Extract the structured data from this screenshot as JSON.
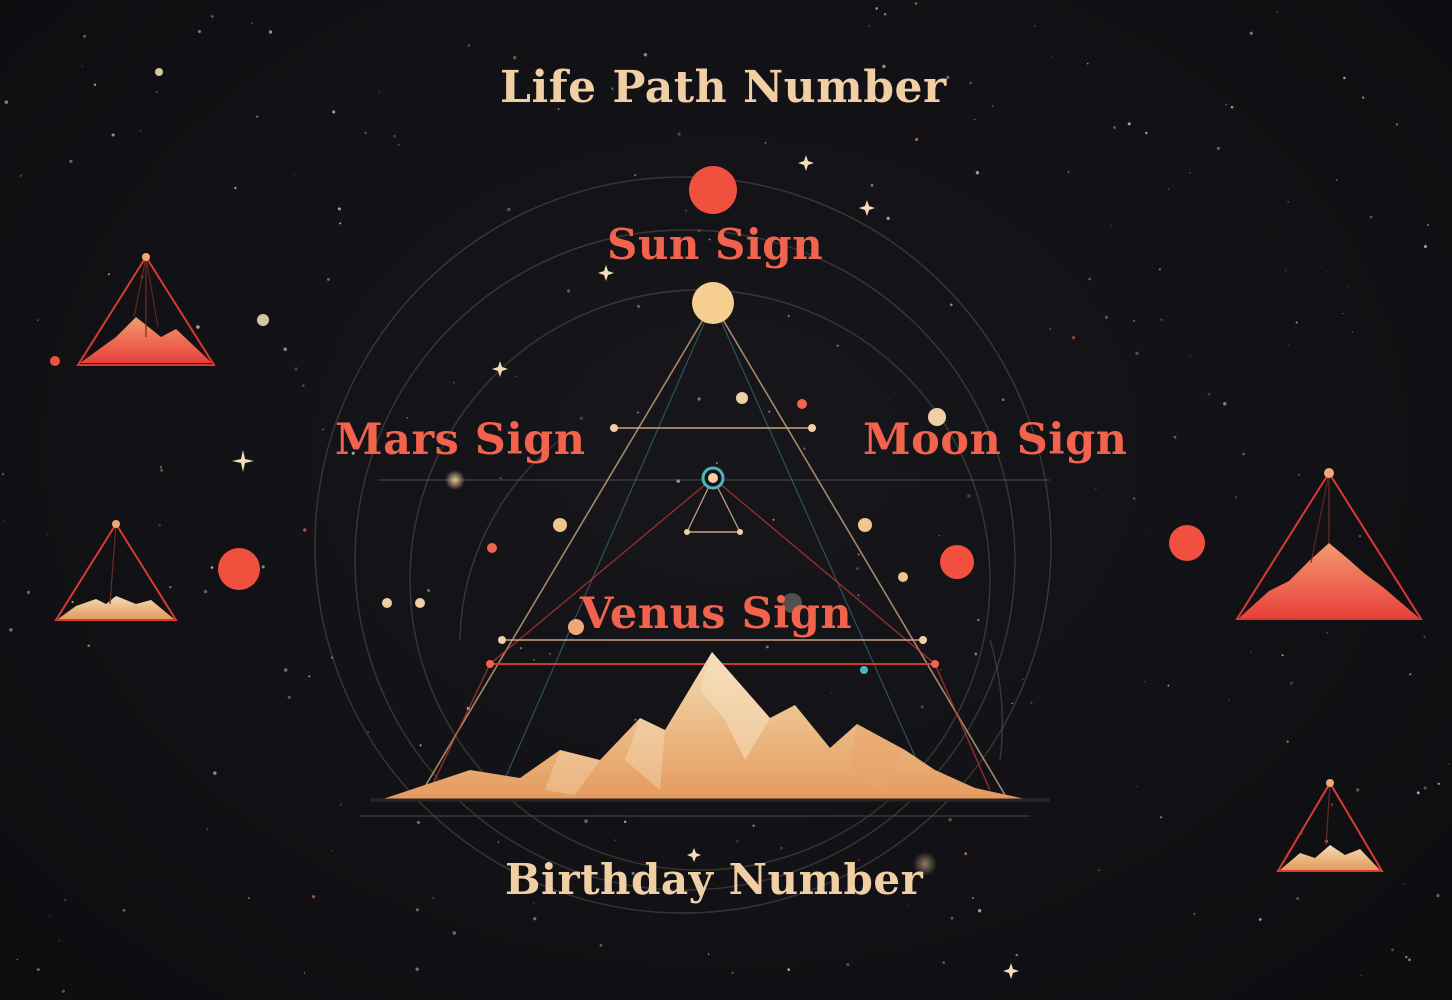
{
  "labels": {
    "life_path": "Life Path Number",
    "sun": "Sun Sign",
    "mars": "Mars Sign",
    "moon": "Moon Sign",
    "venus": "Venus Sign",
    "birthday": "Birthday Number"
  },
  "colors": {
    "background": "#121216",
    "cream": "#f0cfa4",
    "coral": "#f2634d",
    "teal": "#4fb3bf",
    "red_line": "#c83a32"
  },
  "icons": [
    "star-sparkle-icon",
    "mountain-pyramid-icon",
    "planet-orb-icon"
  ]
}
